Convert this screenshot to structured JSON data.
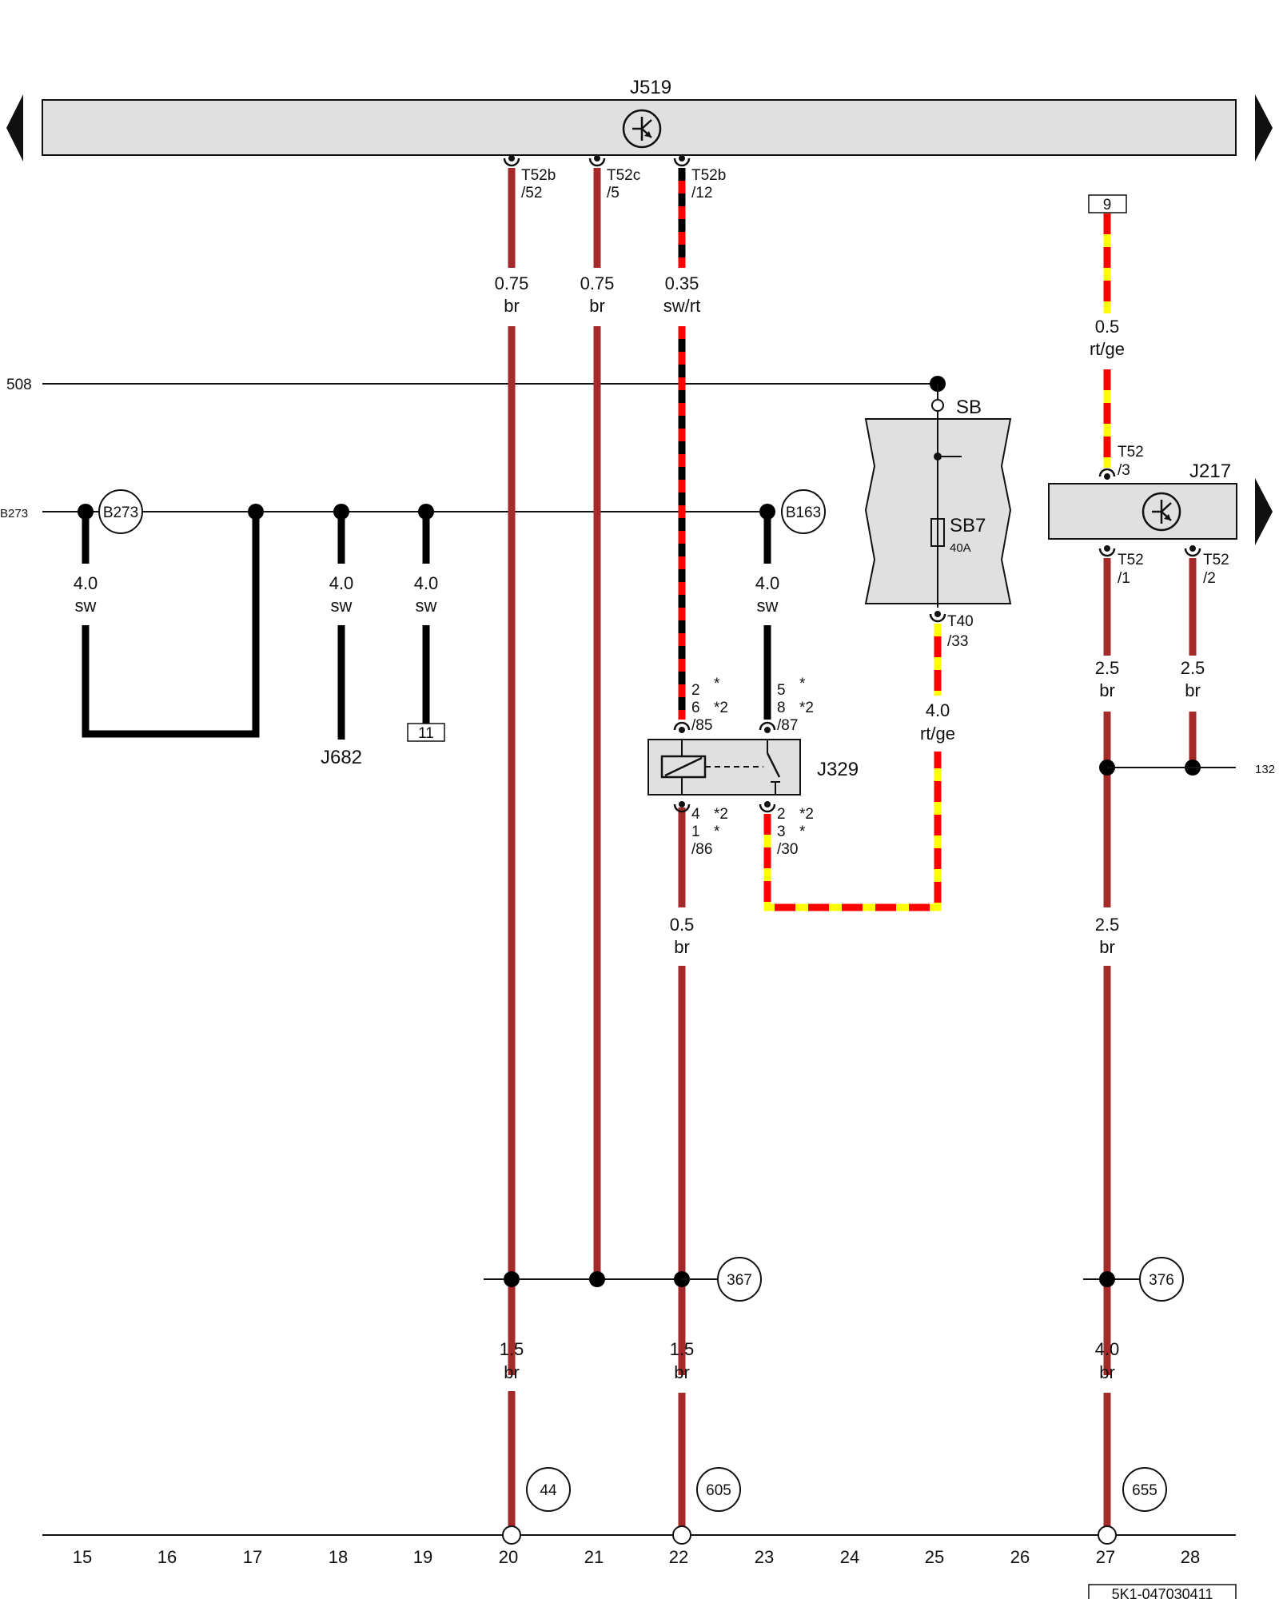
{
  "components": {
    "j519": {
      "name": "J519"
    },
    "j217": {
      "name": "J217"
    },
    "j329": {
      "name": "J329"
    },
    "j682": {
      "name": "J682"
    },
    "sb": {
      "name": "SB",
      "fuse": "SB7",
      "rating": "40A"
    }
  },
  "connectors": {
    "t52b_52": [
      "T52b",
      "/52"
    ],
    "t52c_5": [
      "T52c",
      "/5"
    ],
    "t52b_12": [
      "T52b",
      "/12"
    ],
    "t52_3": [
      "T52",
      "/3"
    ],
    "t52_1": [
      "T52",
      "/1"
    ],
    "t52_2": [
      "T52",
      "/2"
    ],
    "t40_33": [
      "T40",
      "/33"
    ],
    "j329_85": [
      "2",
      "6",
      "/85"
    ],
    "j329_87": [
      "5",
      "8",
      "/87"
    ],
    "j329_86": [
      "4",
      "1",
      "/86"
    ],
    "j329_30": [
      "2",
      "3",
      "/30"
    ],
    "marks": {
      "a": "*",
      "b": "*2"
    }
  },
  "wires": {
    "w20a": [
      "0.75",
      "br"
    ],
    "w21": [
      "0.75",
      "br"
    ],
    "w22a": [
      "0.35",
      "sw/rt"
    ],
    "w27a": [
      "0.5",
      "rt/ge"
    ],
    "w15": [
      "4.0",
      "sw"
    ],
    "w18": [
      "4.0",
      "sw"
    ],
    "w19": [
      "4.0",
      "sw"
    ],
    "w23": [
      "4.0",
      "sw"
    ],
    "w25": [
      "4.0",
      "rt/ge"
    ],
    "w27b": [
      "2.5",
      "br"
    ],
    "w28": [
      "2.5",
      "br"
    ],
    "w22b": [
      "0.5",
      "br"
    ],
    "w27c": [
      "2.5",
      "br"
    ],
    "w20b": [
      "1.5",
      "br"
    ],
    "w22c": [
      "1.5",
      "br"
    ],
    "w27d": [
      "4.0",
      "br"
    ]
  },
  "markers": {
    "b273": "B273",
    "b163": "B163",
    "g367": "367",
    "g376": "376",
    "g44": "44",
    "g605": "605",
    "g655": "655"
  },
  "refs": {
    "bus508": "508",
    "busB273": "B273",
    "ref132": "132",
    "box9": "9",
    "box11": "11"
  },
  "columns": [
    "15",
    "16",
    "17",
    "18",
    "19",
    "20",
    "21",
    "22",
    "23",
    "24",
    "25",
    "26",
    "27",
    "28"
  ],
  "doc_id": "5K1-047030411",
  "colors": {
    "br": "#a52a2a",
    "sw": "#000000",
    "rt": "#ff0000",
    "ge": "#ffff00",
    "box_fill": "#e0e0e0"
  }
}
